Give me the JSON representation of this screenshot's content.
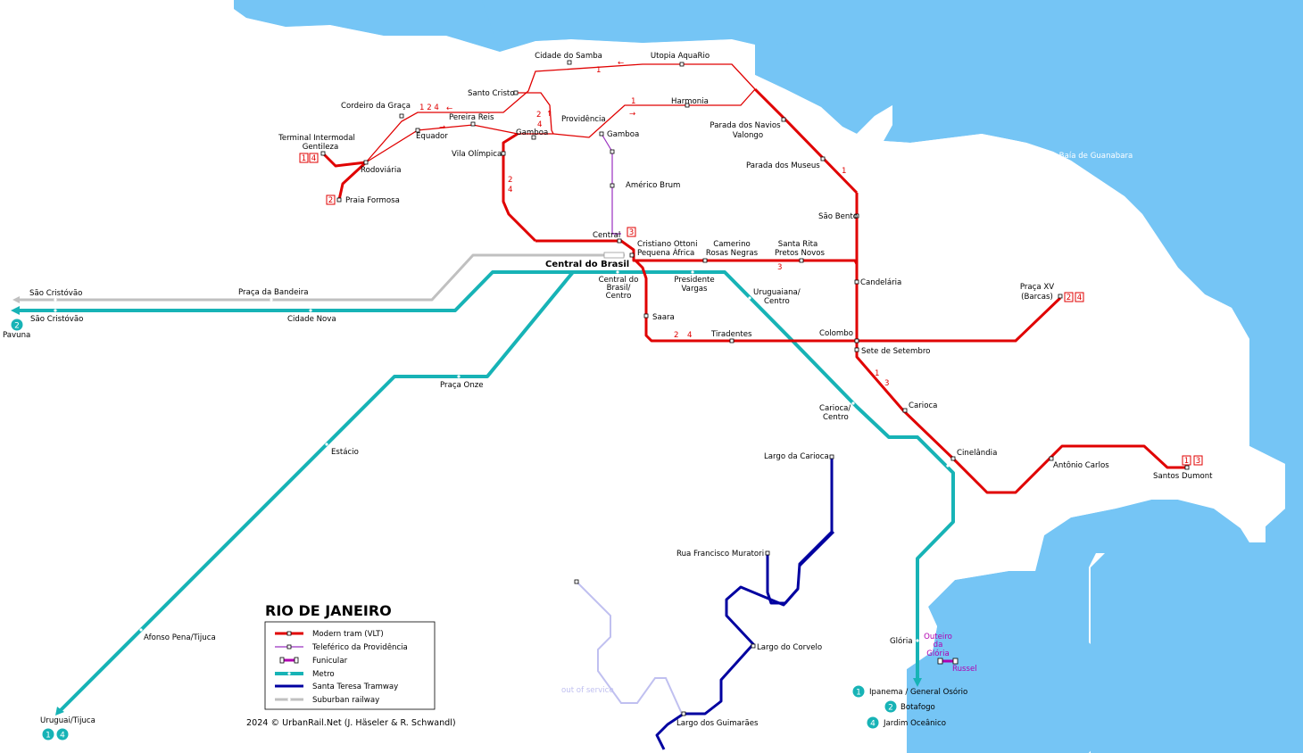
{
  "title": "RIO DE JANEIRO",
  "copyright": "2024 © UrbanRail.Net (J. Häseler & R. Schwandl)",
  "water_label": "Baía de Guanabara",
  "out_of_service_label": "out of service",
  "colors": {
    "sea": "#75c5f5",
    "tram_vlt": "#e00000",
    "teleferico": "#9a30c0",
    "funicular": "#b000b0",
    "metro": "#17b3b6",
    "santa_teresa_tramway": "#0000a0",
    "suburban_railway": "#c0c0c0",
    "out_of_service": "#c0c0f0"
  },
  "legend": [
    {
      "key": "modern_tram",
      "label": "Modern tram (VLT)"
    },
    {
      "key": "teleferico",
      "label": "Teleférico da Providência"
    },
    {
      "key": "funicular",
      "label": "Funicular"
    },
    {
      "key": "metro",
      "label": "Metro"
    },
    {
      "key": "santa_teresa",
      "label": "Santa Teresa Tramway"
    },
    {
      "key": "suburban",
      "label": "Suburban railway"
    }
  ],
  "tram_stations": {
    "cidade_do_samba": "Cidade do Samba",
    "utopia_aquario": "Utopia AquaRio",
    "santo_cristo": "Santo Cristo",
    "cordeiro_da_graca": "Cordeiro da Graça",
    "pereira_reis": "Pereira Reis",
    "providencia": "Providência",
    "harmonia": "Harmonia",
    "parada_dos_navios": "Parada dos Navios",
    "valongo": "Valongo",
    "terminal_intermodal": "Terminal Intermodal",
    "gentileza": "Gentileza",
    "equador": "Equador",
    "gamboa": "Gamboa",
    "vila_olimpica": "Vila Olímpica",
    "rodoviaria": "Rodoviária",
    "praia_formosa": "Praia Formosa",
    "parada_dos_museus": "Parada dos Museus",
    "sao_bento": "São Bento",
    "central": "Central",
    "cristiano_ottoni": "Cristiano Ottoni",
    "pequena_africa": "Pequena África",
    "camerino": "Camerino",
    "rosas_negras": "Rosas Negras",
    "santa_rita": "Santa Rita",
    "pretos_novos": "Pretos Novos",
    "candelaria": "Candelária",
    "praca_xv": "Praça XV",
    "barcas": "(Barcas)",
    "saara": "Saara",
    "tiradentes": "Tiradentes",
    "colombo": "Colombo",
    "sete_de_setembro": "Sete de Setembro",
    "carioca": "Carioca",
    "cinelandia": "Cinelândia",
    "antonio_carlos": "Antônio Carlos",
    "santos_dumont": "Santos Dumont"
  },
  "teleferico_stations": {
    "gamboa": "Gamboa",
    "americo_brum": "Américo Brum"
  },
  "metro_stations": {
    "central_do_brasil_main": "Central do Brasil",
    "central_do_brasil_l1": "Central do",
    "central_do_brasil_l2": "Brasil/",
    "central_do_brasil_l3": "Centro",
    "presidente_vargas_l1": "Presidente",
    "presidente_vargas_l2": "Vargas",
    "uruguaiana_l1": "Uruguaiana/",
    "uruguaiana_l2": "Centro",
    "carioca_l1": "Carioca/",
    "carioca_l2": "Centro",
    "gloria": "Glória",
    "sao_cristovao_metro": "São Cristóvão",
    "cidade_nova": "Cidade Nova",
    "pavuna": "Pavuna",
    "praca_onze": "Praça Onze",
    "estacio": "Estácio",
    "afonso_pena": "Afonso Pena/Tijuca",
    "uruguai": "Uruguai/Tijuca",
    "ipanema": "Ipanema / General Osório",
    "botafogo": "Botafogo",
    "jardim_oceanico": "Jardim Oceânico"
  },
  "suburban_stations": {
    "sao_cristovao": "São Cristóvão",
    "praca_da_bandeira": "Praça da Bandeira"
  },
  "funicular_stations": {
    "outeiro_l1": "Outeiro",
    "outeiro_l2": "da",
    "outeiro_l3": "Glória",
    "russel": "Russel"
  },
  "santa_teresa_stations": {
    "largo_da_carioca": "Largo da Carioca",
    "rua_francisco_muratori": "Rua Francisco Muratori",
    "largo_do_corvelo": "Largo do Corvelo",
    "largo_dos_guimaraes": "Largo dos Guimarães"
  },
  "line_labels": {
    "one": "1",
    "two": "2",
    "three": "3",
    "four": "4",
    "one_two_four": "1  2  4",
    "arrow_left": "←",
    "arrow_right": "→",
    "arrow_up": "↑"
  }
}
